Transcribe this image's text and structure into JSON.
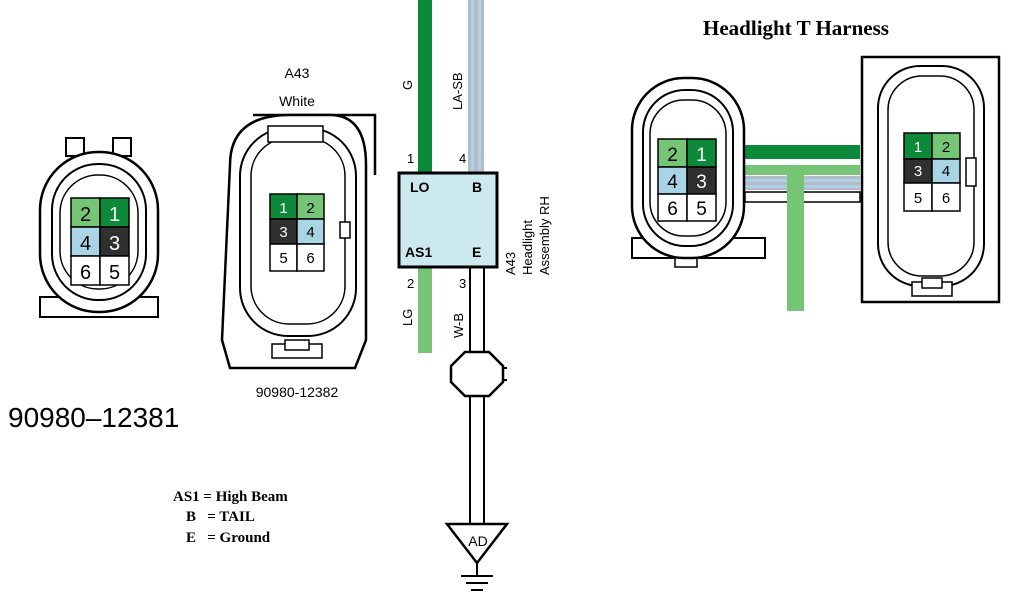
{
  "colors": {
    "dark_green": "#0c8a3a",
    "light_green": "#76c476",
    "light_blue": "#a8d4e6",
    "dark_gray": "#303030",
    "stripe_gray": "#b8b8c8",
    "block_fill": "#cce9f0"
  },
  "connector_left": {
    "part_number": "90980–12381",
    "pins": [
      "2",
      "1",
      "4",
      "3",
      "6",
      "5"
    ]
  },
  "connector_a43": {
    "title": "A43",
    "subtitle": "White",
    "part_number": "90980-12382",
    "pins": [
      "1",
      "2",
      "3",
      "4",
      "5",
      "6"
    ]
  },
  "assembly": {
    "terminals": {
      "lo": "LO",
      "b": "B",
      "as1": "AS1",
      "e": "E"
    },
    "pin_numbers": {
      "lo": "1",
      "b": "4",
      "as1": "2",
      "e": "3"
    },
    "label_line1": "A43",
    "label_line2": "Headlight",
    "label_line3": "Assembly RH"
  },
  "wires": {
    "g": "G",
    "la_sb": "LA-SB",
    "lg": "LG",
    "w_b": "W-B"
  },
  "ground": {
    "label": "AD"
  },
  "legend": {
    "line1": "AS1 = High Beam",
    "line2": "B   = TAIL",
    "line3": "E   = Ground"
  },
  "harness": {
    "title": "Headlight T Harness",
    "left_pins": [
      "2",
      "1",
      "4",
      "3",
      "6",
      "5"
    ],
    "right_pins": [
      "1",
      "2",
      "3",
      "4",
      "5",
      "6"
    ]
  }
}
